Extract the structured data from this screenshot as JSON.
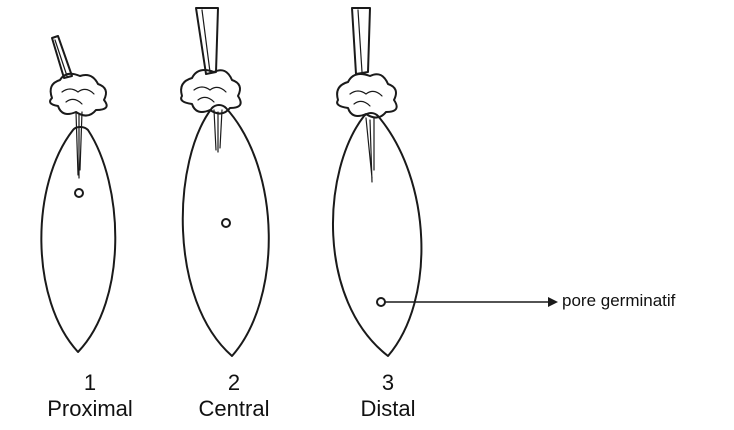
{
  "items": [
    {
      "number": "1",
      "label": "Proximal"
    },
    {
      "number": "2",
      "label": "Central"
    },
    {
      "number": "3",
      "label": "Distal"
    }
  ],
  "annotation": "pore germinatif",
  "colors": {
    "ink": "#1a1a1a",
    "background": "#ffffff"
  }
}
